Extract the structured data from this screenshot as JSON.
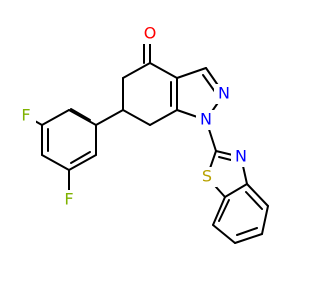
{
  "structure": {
    "atom_labels": {
      "oxygen": "O",
      "pyrazole_n2": "N",
      "pyrazole_n1": "N",
      "thiazole_n": "N",
      "sulfur": "S",
      "fluorine_top": "F",
      "fluorine_bottom": "F"
    },
    "colors": {
      "oxygen": "#ff0000",
      "nitrogen": "#0000ff",
      "sulfur": "#b8a100",
      "fluorine": "#7fb200",
      "bond": "#000000"
    }
  }
}
